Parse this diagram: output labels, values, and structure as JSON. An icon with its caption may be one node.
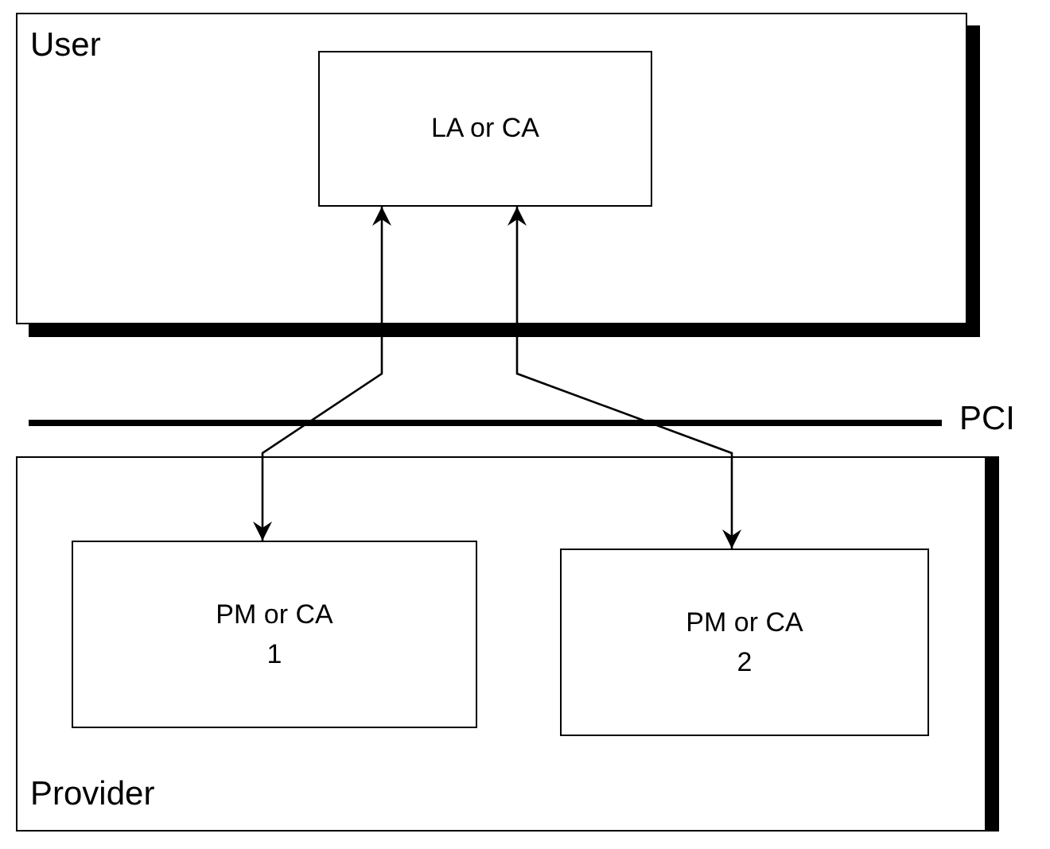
{
  "diagram": {
    "nodes": [
      {
        "text": [
          "User"
        ]
      },
      {
        "text": [
          "LA or CA"
        ],
        "in": 0
      },
      {
        "text": [
          "Provider"
        ]
      },
      {
        "text": [
          "PM or CA 1"
        ],
        "in": 2
      },
      {
        "text": [
          "PM or CA 2"
        ],
        "in": 2
      }
    ],
    "edges": [
      {
        "from": 1,
        "to": 3,
        "arrow": "both"
      },
      {
        "from": 1,
        "to": 4,
        "arrow": "both"
      }
    ],
    "labels": [
      "PCI"
    ]
  }
}
